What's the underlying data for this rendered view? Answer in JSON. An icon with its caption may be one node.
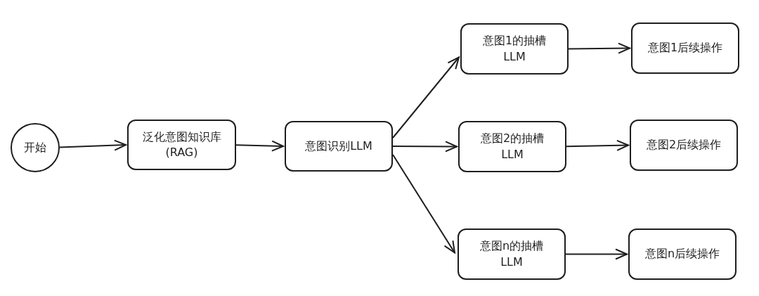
{
  "diagram": {
    "nodes": [
      {
        "text": [
          "开始"
        ]
      },
      {
        "text": [
          "泛化意图知识库 (RAG)"
        ]
      },
      {
        "text": [
          "意图识别LLM"
        ]
      },
      {
        "text": [
          "意图1的抽槽 LLM"
        ]
      },
      {
        "text": [
          "意图1后续操作"
        ]
      },
      {
        "text": [
          "意图2的抽槽 LLM"
        ]
      },
      {
        "text": [
          "意图2后续操作"
        ]
      },
      {
        "text": [
          "意图n的抽槽 LLM"
        ]
      },
      {
        "text": [
          "意图n后续操作"
        ]
      }
    ],
    "edges": [
      {
        "from": 0,
        "to": 1,
        "arrow": "to"
      },
      {
        "from": 1,
        "to": 2,
        "arrow": "to"
      },
      {
        "from": 2,
        "to": 3,
        "arrow": "to"
      },
      {
        "from": 2,
        "to": 5,
        "arrow": "to"
      },
      {
        "from": 2,
        "to": 7,
        "arrow": "to"
      },
      {
        "from": 3,
        "to": 4,
        "arrow": "to"
      },
      {
        "from": 5,
        "to": 6,
        "arrow": "to"
      },
      {
        "from": 7,
        "to": 8,
        "arrow": "to"
      }
    ]
  }
}
